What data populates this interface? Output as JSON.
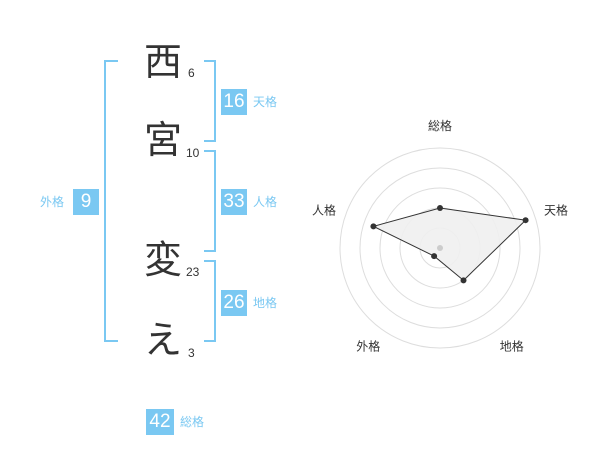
{
  "name_chars": [
    {
      "char": "西",
      "strokes": "6"
    },
    {
      "char": "宮",
      "strokes": "10"
    },
    {
      "char": "変",
      "strokes": "23"
    },
    {
      "char": "え",
      "strokes": "3"
    }
  ],
  "fortune": {
    "tenkaku": {
      "value": "16",
      "label": "天格"
    },
    "jinkaku": {
      "value": "33",
      "label": "人格"
    },
    "chikaku": {
      "value": "26",
      "label": "地格"
    },
    "gaikaku": {
      "value": "9",
      "label": "外格"
    },
    "soukaku": {
      "value": "42",
      "label": "総格"
    }
  },
  "colors": {
    "accent": "#7ac8f2",
    "text": "#333333",
    "ring": "#dddddd",
    "fill": "#f0f0f0"
  },
  "chart_data": {
    "type": "radar",
    "axes": [
      "総格",
      "天格",
      "地格",
      "外格",
      "人格"
    ],
    "values": [
      2,
      4.5,
      2,
      0.5,
      3.5
    ],
    "max": 5,
    "rings": 5
  }
}
